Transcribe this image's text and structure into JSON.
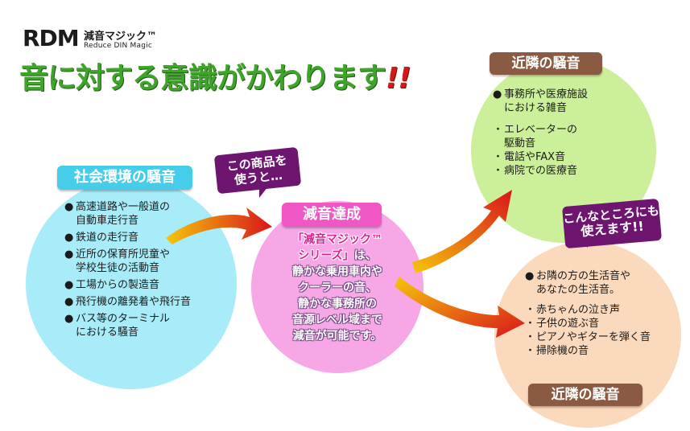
{
  "header": {
    "logo_rdm": "RDM",
    "logo_product": "減音マジック™",
    "logo_sub": "Reduce DIN Magic",
    "headline": "音に対する意識がかわります",
    "headline_em": "!!"
  },
  "social": {
    "label": "社会環境の騒音",
    "items": [
      {
        "lines": [
          "高速道路や一般道の",
          "自動車走行音"
        ]
      },
      {
        "lines": [
          "鉄道の走行音"
        ]
      },
      {
        "lines": [
          "近所の保育所児童や",
          "学校生徒の活動音"
        ]
      },
      {
        "lines": [
          "工場からの製造音"
        ]
      },
      {
        "lines": [
          "飛行機の離発着や飛行音"
        ]
      },
      {
        "lines": [
          "バス等のターミナル",
          "における騒音"
        ]
      }
    ],
    "bullet": "●"
  },
  "bubble1": {
    "line1": "この商品を",
    "line2": "使うと…"
  },
  "center": {
    "label": "減音達成",
    "line1": "「減音マジック™",
    "line2a": "シリーズ」",
    "line2b": "は、",
    "line3": "静かな乗用車内や",
    "line4": "クーラーの音、",
    "line5": "静かな事務所の",
    "line6": "音源レベル域まで",
    "line7": "減音が可能です。"
  },
  "office": {
    "label": "近隣の騒音",
    "main_line1": "事務所や医療施設",
    "main_line2": "における雑音",
    "bullet": "●",
    "dot": "・",
    "items": [
      {
        "lines": [
          "エレベーターの",
          "駆動音"
        ]
      },
      {
        "lines": [
          "電話やFAX音"
        ]
      },
      {
        "lines": [
          "病院での医療音"
        ]
      }
    ]
  },
  "bubble2": {
    "line1": "こんなところにも",
    "line2": "使えます!!"
  },
  "home": {
    "label": "近隣の騒音",
    "main_line1": "お隣の方の生活音や",
    "main_line2": "あなたの生活音。",
    "bullet": "●",
    "dot": "・",
    "items": [
      "赤ちゃんの泣き声",
      "子供の遊ぶ音",
      "ピアノやギターを弾く音",
      "掃除機の音"
    ]
  },
  "colors": {
    "headline": "#3fa42a",
    "accent_red": "#d21a1a",
    "social_circle": "#a7ecf8",
    "center_circle": "#f7a7e6",
    "office_circle": "#ccef9a",
    "home_circle": "#fbd9bc",
    "arrow_start": "#f5c60a",
    "arrow_end": "#d9151b",
    "bubble": "#6e1570",
    "tag_brown": "#8a5a42"
  }
}
